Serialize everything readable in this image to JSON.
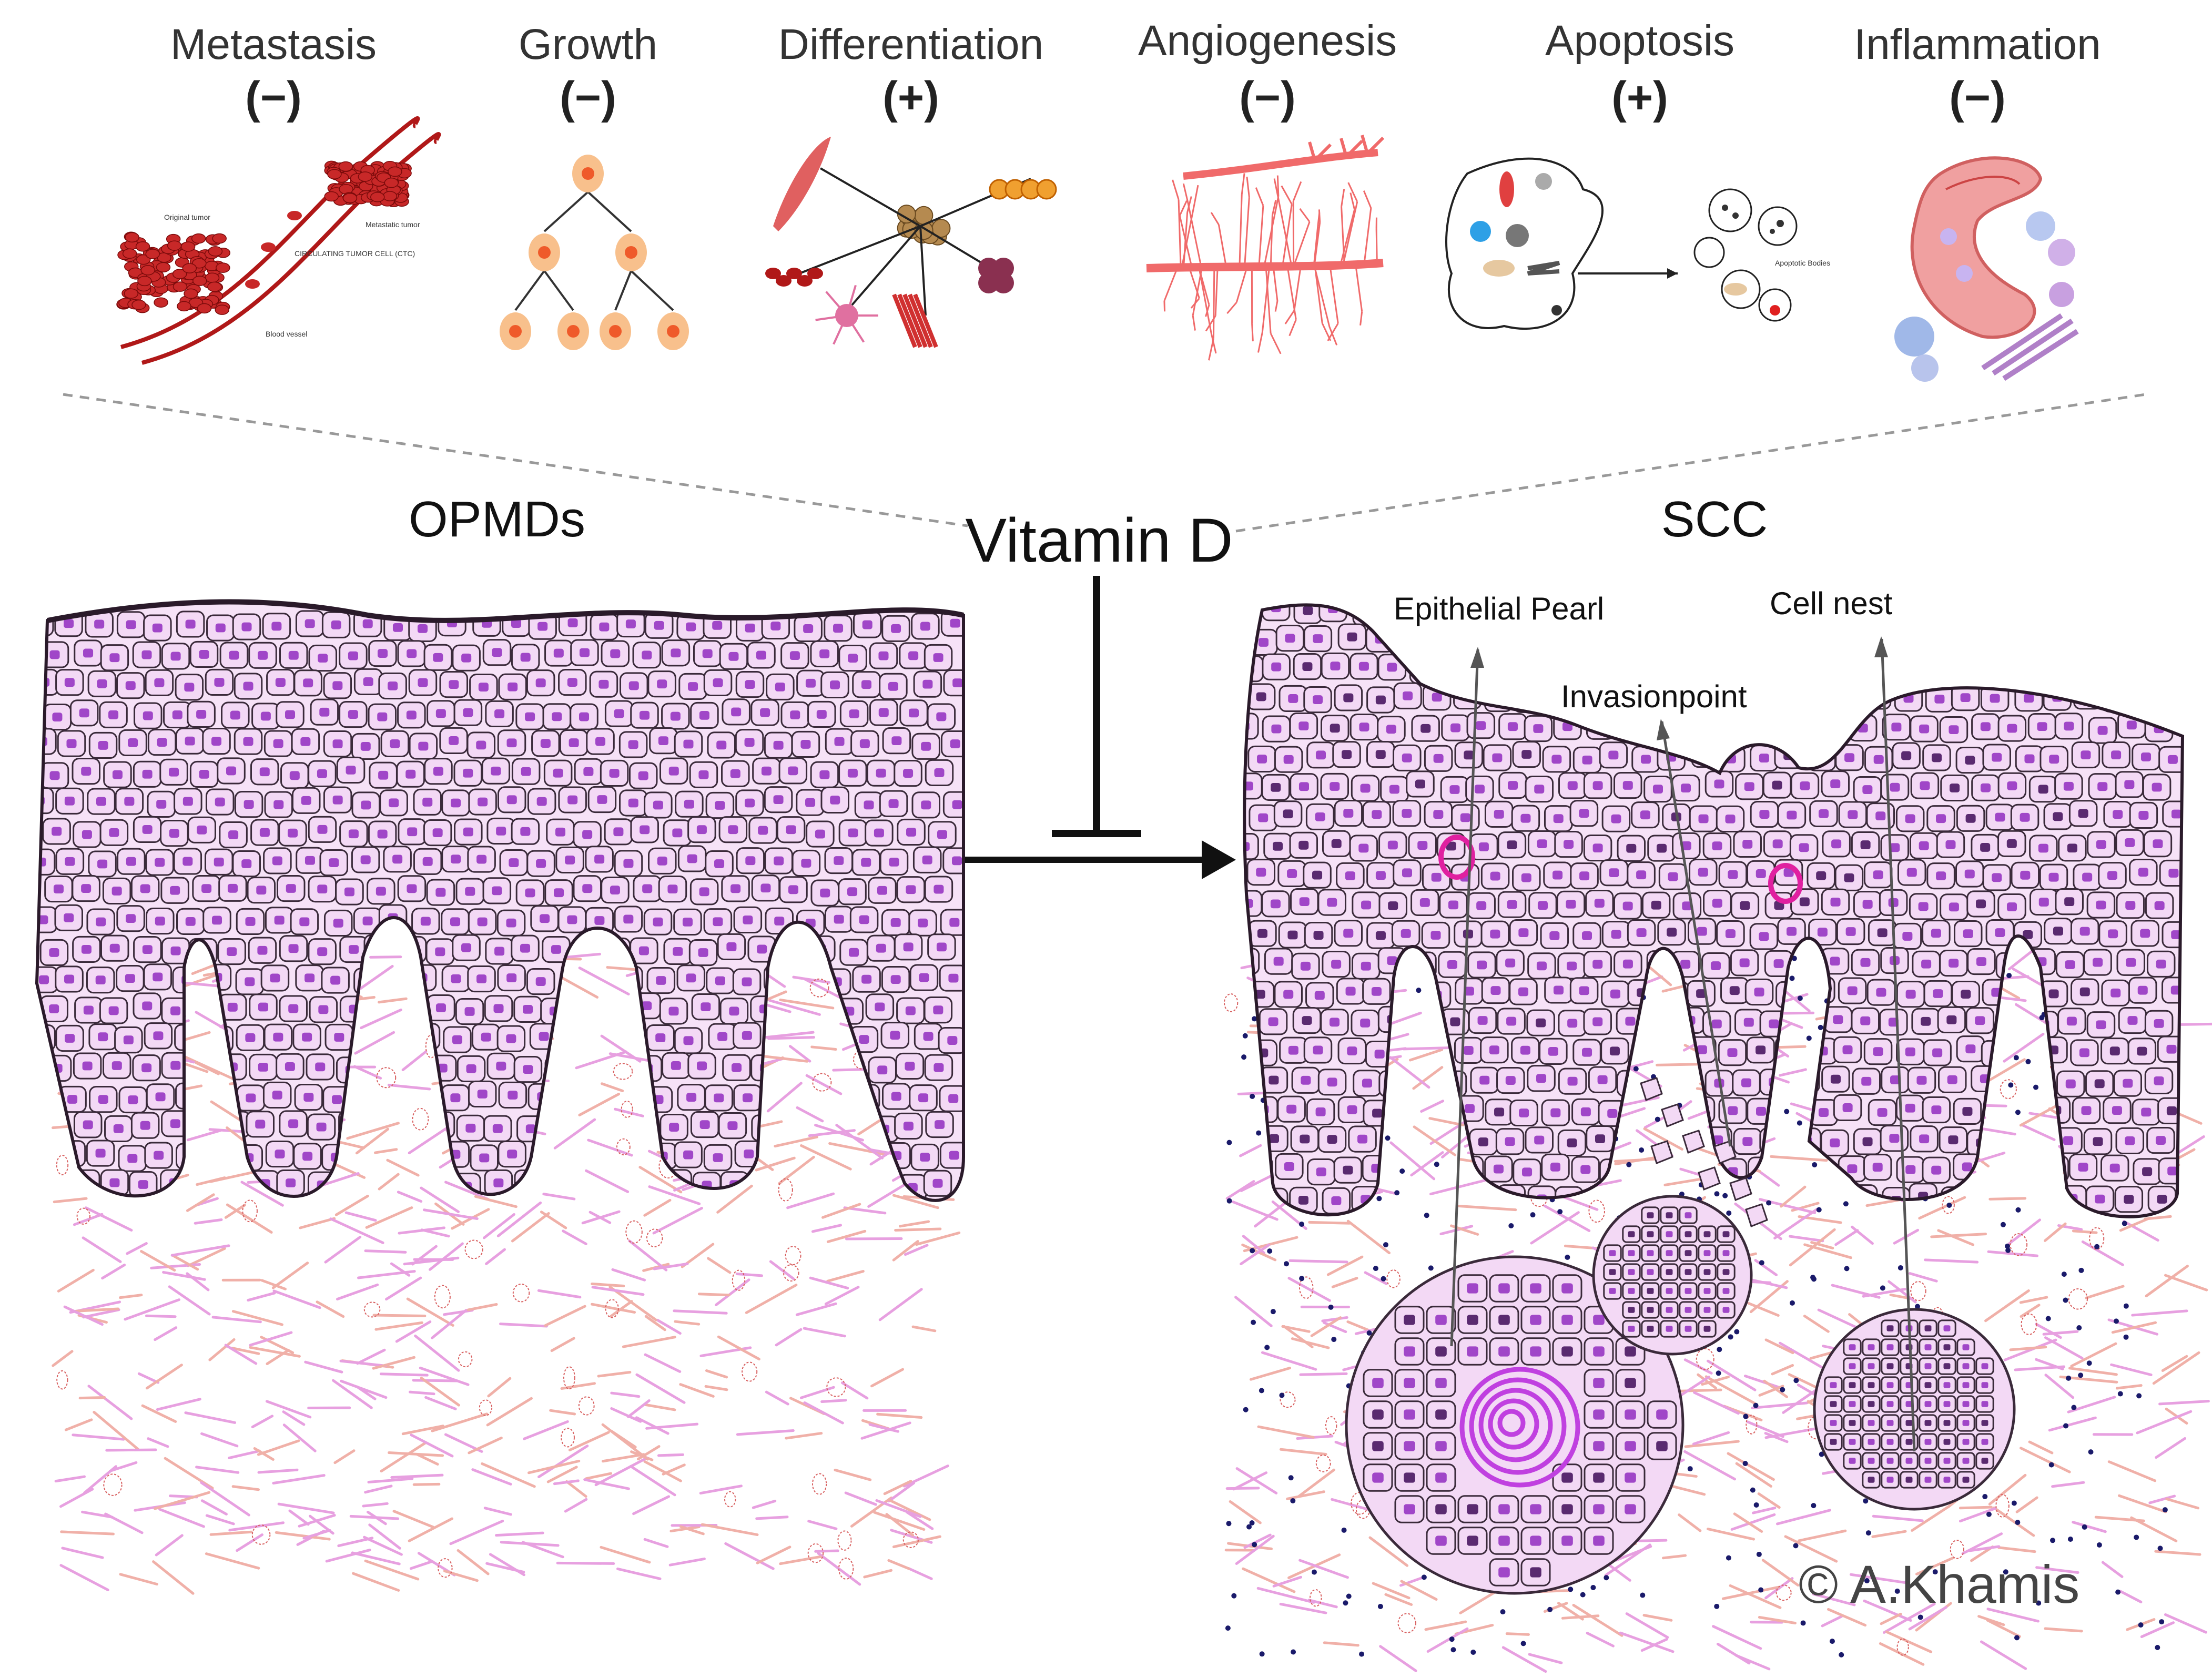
{
  "processes": [
    {
      "id": "metastasis",
      "label": "Metastasis",
      "sign": "(−)",
      "icon": "metastasis-icon",
      "icon_labels": [
        "Original tumor",
        "Metastatic tumor",
        "CIRCULATING TUMOR CELL (CTC)",
        "Blood vessel"
      ]
    },
    {
      "id": "growth",
      "label": "Growth",
      "sign": "(−)",
      "icon": "cell-division-icon",
      "icon_labels": []
    },
    {
      "id": "differentiation",
      "label": "Differentiation",
      "sign": "(+)",
      "icon": "stem-cell-differentiation-icon",
      "icon_labels": []
    },
    {
      "id": "angiogenesis",
      "label": "Angiogenesis",
      "sign": "(−)",
      "icon": "blood-vessel-branching-icon",
      "icon_labels": []
    },
    {
      "id": "apoptosis",
      "label": "Apoptosis",
      "sign": "(+)",
      "icon": "apoptotic-cell-icon",
      "icon_labels": [
        "Apoptotic Bodies"
      ]
    },
    {
      "id": "inflammation",
      "label": "Inflammation",
      "sign": "(−)",
      "icon": "inflamed-vessel-icon",
      "icon_labels": []
    }
  ],
  "left_panel": {
    "title": "OPMDs"
  },
  "center": {
    "title": "Vitamin D"
  },
  "right_panel": {
    "title": "SCC",
    "annotations": [
      {
        "id": "epithelial-pearl",
        "label": "Epithelial Pearl"
      },
      {
        "id": "cell-nest",
        "label": "Cell nest"
      },
      {
        "id": "invasion-point",
        "label": "Invasionpoint"
      }
    ]
  },
  "copyright": "© A.Khamis",
  "colors": {
    "cell_fill": "#f3d9f5",
    "cell_outline": "#3a2a3a",
    "nucleus": "#a046c8",
    "nucleus_dark": "#5a2a70",
    "stroma_fiber": "#e7a0e0",
    "stroma_fiber_alt": "#f0b0a8",
    "vessel": "#d86060",
    "immune_dot": "#1a1a6a",
    "pearl": "#c040e0",
    "angio_red": "#f06a6a",
    "tumor_red": "#c82828"
  }
}
